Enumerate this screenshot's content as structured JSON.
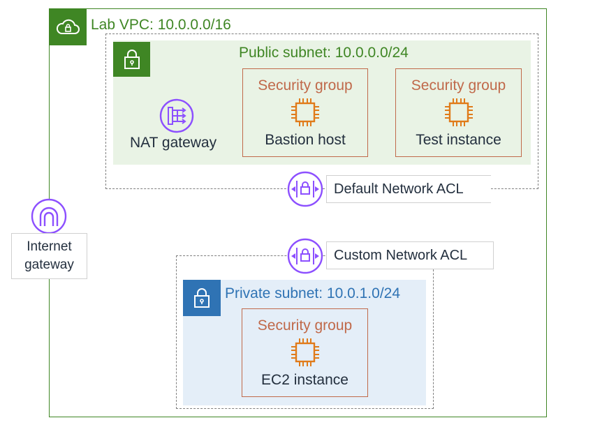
{
  "vpc": {
    "label": "Lab VPC: 10.0.0.0/16"
  },
  "public_subnet": {
    "label": "Public subnet: 10.0.0.0/24",
    "nat_label": "NAT gateway",
    "security_groups": [
      {
        "title": "Security group",
        "name": "Bastion host"
      },
      {
        "title": "Security group",
        "name": "Test instance"
      }
    ]
  },
  "acls": {
    "default_label": "Default Network ACL",
    "custom_label": "Custom Network ACL"
  },
  "internet_gateway": {
    "line1": "Internet",
    "line2": "gateway"
  },
  "private_subnet": {
    "label": "Private subnet: 10.0.1.0/24",
    "security_group": {
      "title": "Security group",
      "name": "EC2 instance"
    }
  },
  "colors": {
    "vpc_green": "#3f8624",
    "public_subnet_fill": "#e9f3e5",
    "private_blue": "#2f73b4",
    "private_subnet_fill": "#e4eef8",
    "security_group": "#c0694a",
    "instance_orange": "#e07b1a",
    "acl_purple": "#8c4fff"
  },
  "icons": {
    "vpc": "cloud-lock-icon",
    "subnet": "padlock-icon",
    "nat": "nat-gateway-icon",
    "instance": "ec2-chip-icon",
    "acl": "network-acl-icon",
    "igw": "internet-gateway-icon"
  }
}
